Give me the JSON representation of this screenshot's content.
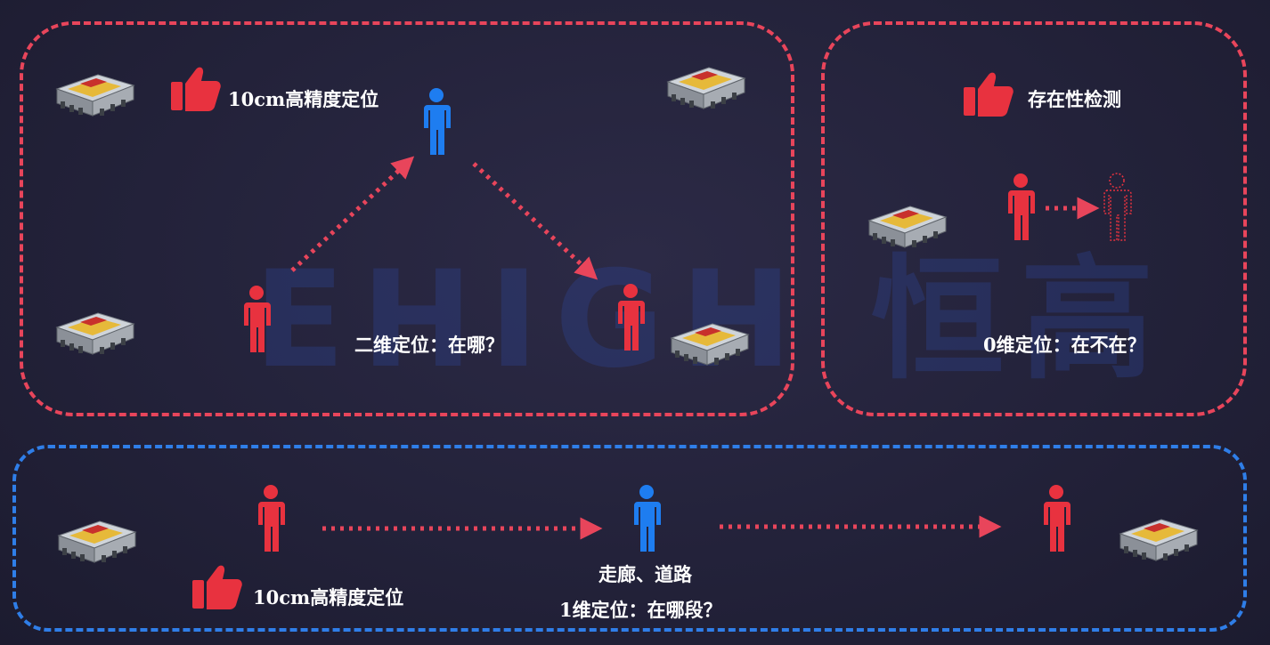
{
  "watermark": {
    "text": "EHIGH 恒高"
  },
  "zones": {
    "two_d": {
      "feature_label": "10cm高精度定位",
      "caption": "二维定位：在哪？"
    },
    "zero_d": {
      "feature_label": "存在性检测",
      "caption": "0维定位：在不在？"
    },
    "one_d": {
      "feature_label": "10cm高精度定位",
      "scenario": "走廊、道路",
      "caption": "1维定位：在哪段？"
    }
  },
  "colors": {
    "red_zone_border": "#e8455b",
    "blue_zone_border": "#2f7ee8",
    "person_red": "#e8323f",
    "person_blue": "#1e7df0",
    "arrow_red": "#e8455b",
    "thumb_red": "#e8323f"
  },
  "icons": {
    "device": "uwb-base-station-icon",
    "person": "person-icon",
    "thumb": "thumbs-up-icon",
    "arrow": "dotted-arrow-icon"
  }
}
